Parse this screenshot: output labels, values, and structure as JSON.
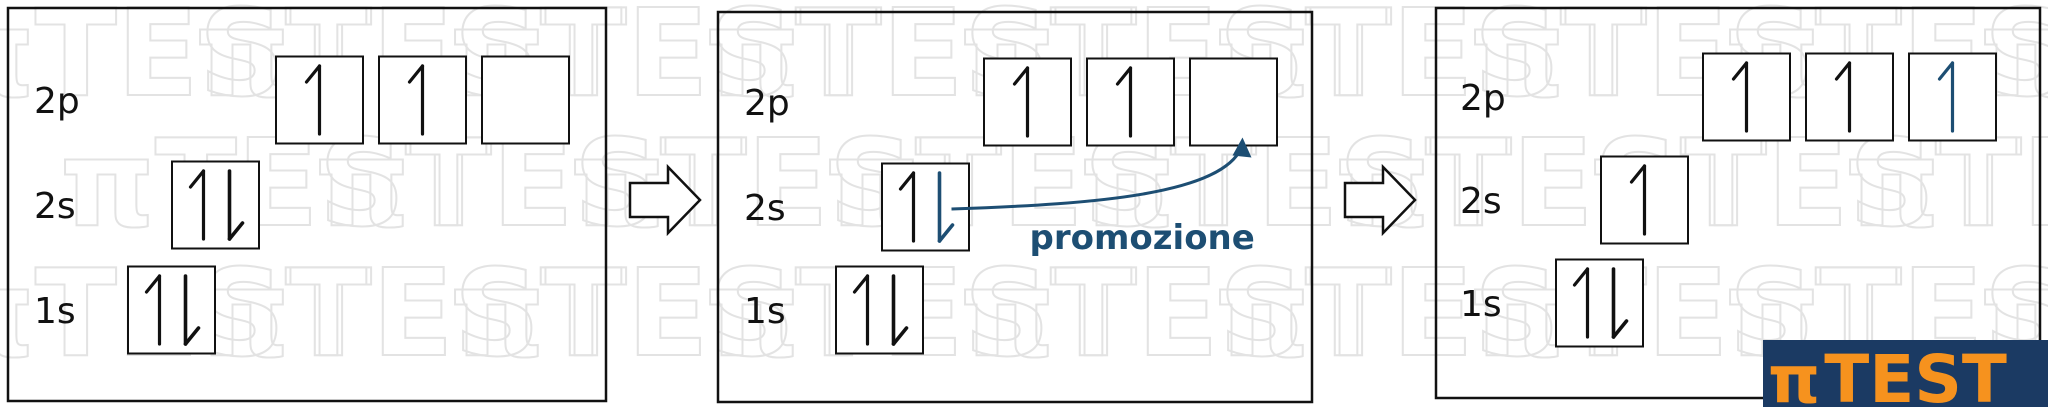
{
  "colors": {
    "ink": "#111111",
    "accent": "#1d4e73",
    "logo_bg": "#1b3a63",
    "logo_fg": "#f6921e",
    "watermark": "#e3e3e3"
  },
  "panels": [
    {
      "levels": [
        {
          "label": "2p",
          "boxes": [
            [
              "up"
            ],
            [
              "up"
            ],
            []
          ]
        },
        {
          "label": "2s",
          "boxes": [
            [
              "up",
              "down"
            ]
          ]
        },
        {
          "label": "1s",
          "boxes": [
            [
              "up",
              "down"
            ]
          ]
        }
      ]
    },
    {
      "levels": [
        {
          "label": "2p",
          "boxes": [
            [
              "up"
            ],
            [
              "up"
            ],
            []
          ]
        },
        {
          "label": "2s",
          "boxes": [
            [
              "up",
              "down"
            ]
          ]
        },
        {
          "label": "1s",
          "boxes": [
            [
              "up",
              "down"
            ]
          ]
        }
      ],
      "annotation": "promozione",
      "promoted_electron": {
        "from_level": "2s",
        "to_level": "2p",
        "to_box": 3
      }
    },
    {
      "levels": [
        {
          "label": "2p",
          "boxes": [
            [
              "up"
            ],
            [
              "up"
            ],
            [
              "up"
            ]
          ]
        },
        {
          "label": "2s",
          "boxes": [
            [
              "up"
            ]
          ]
        },
        {
          "label": "1s",
          "boxes": [
            [
              "up",
              "down"
            ]
          ]
        }
      ]
    }
  ],
  "transition_icon": "hollow-right-arrow-icon",
  "logo": {
    "symbol": "π",
    "text": "TEST"
  },
  "watermark_text": "πTEST"
}
